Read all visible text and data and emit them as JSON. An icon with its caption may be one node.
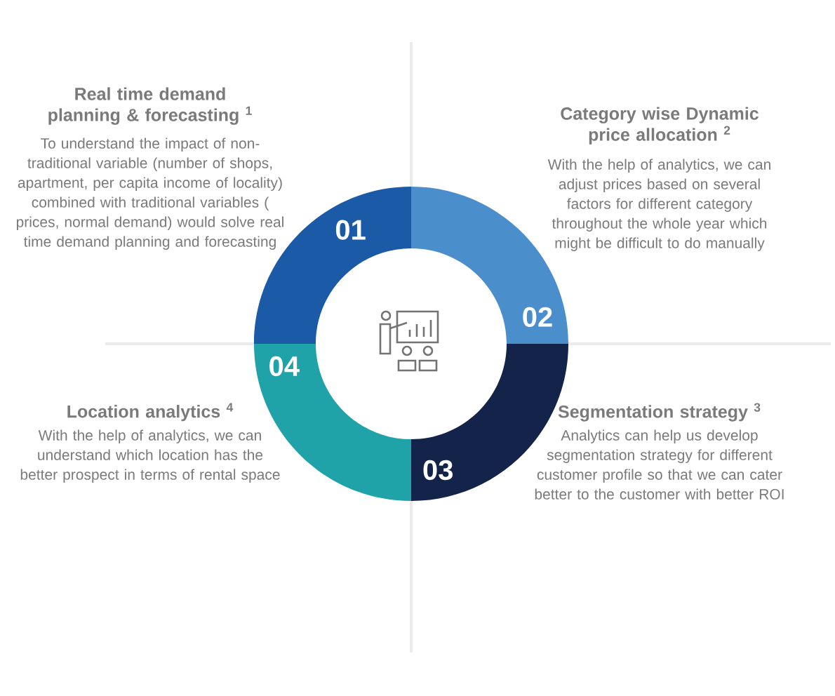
{
  "diagram": {
    "nodes": [
      {
        "text": [],
        "shape": "circle"
      },
      {
        "text": [
          "01"
        ]
      },
      {
        "text": [
          "02"
        ]
      },
      {
        "text": [
          "04"
        ]
      },
      {
        "text": [
          "03"
        ]
      }
    ],
    "edges": [],
    "labels": [
      "Real time demand planning & forecasting $^{1}$",
      "To understand the impact of non-traditional variable (number of shops, apartment, per capita income of locality) combined with traditional variables ( prices, normal demand) would solve real time demand planning and forecasting",
      "Category wise Dynamic price allocation $^{2}$",
      "With the help of analytics, we can adjust prices based on several factors for different category throughout the whole year which might be difficult to do manually",
      "Location analytics $^{4}$",
      "With the help of analytics, we can understand which location has the better prospect in terms of rental space",
      "Segmentation strategy $^{3}$",
      "Analytics can help us develop segmentation strategy for different customer profile so that we can cater better to the customer with better ROI"
    ]
  }
}
